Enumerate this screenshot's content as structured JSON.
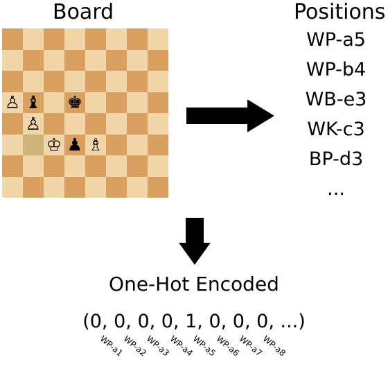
{
  "board": {
    "title": "Board",
    "light_color": "#f1d6a9",
    "dark_color": "#d9a05f",
    "highlight_color": "#cdb47a",
    "pieces": [
      {
        "square": "a5",
        "piece": "white-pawn",
        "glyph": "♙"
      },
      {
        "square": "b5",
        "piece": "black-bishop",
        "glyph": "♝"
      },
      {
        "square": "d5",
        "piece": "black-king",
        "glyph": "♚"
      },
      {
        "square": "b4",
        "piece": "white-pawn",
        "glyph": "♙"
      },
      {
        "square": "c3",
        "piece": "white-king",
        "glyph": "♔"
      },
      {
        "square": "d3",
        "piece": "black-pawn",
        "glyph": "♟"
      },
      {
        "square": "e3",
        "piece": "white-bishop",
        "glyph": "♗"
      }
    ],
    "highlighted_squares": [
      "b3"
    ]
  },
  "positions": {
    "title": "Positions",
    "items": [
      "WP-a5",
      "WP-b4",
      "WB-e3",
      "WK-c3",
      "BP-d3",
      "..."
    ]
  },
  "encoding": {
    "title": "One-Hot Encoded",
    "vector": "(0, 0, 0, 0, 1, 0, 0, 0, ...)",
    "labels": [
      "WP-a1",
      "WP-a2",
      "WP-a3",
      "WP-a4",
      "WP-a5",
      "WP-a6",
      "WP-a7",
      "WP-a8"
    ]
  },
  "icons": {
    "right_arrow": "arrow-right-icon",
    "down_arrow": "arrow-down-icon"
  }
}
